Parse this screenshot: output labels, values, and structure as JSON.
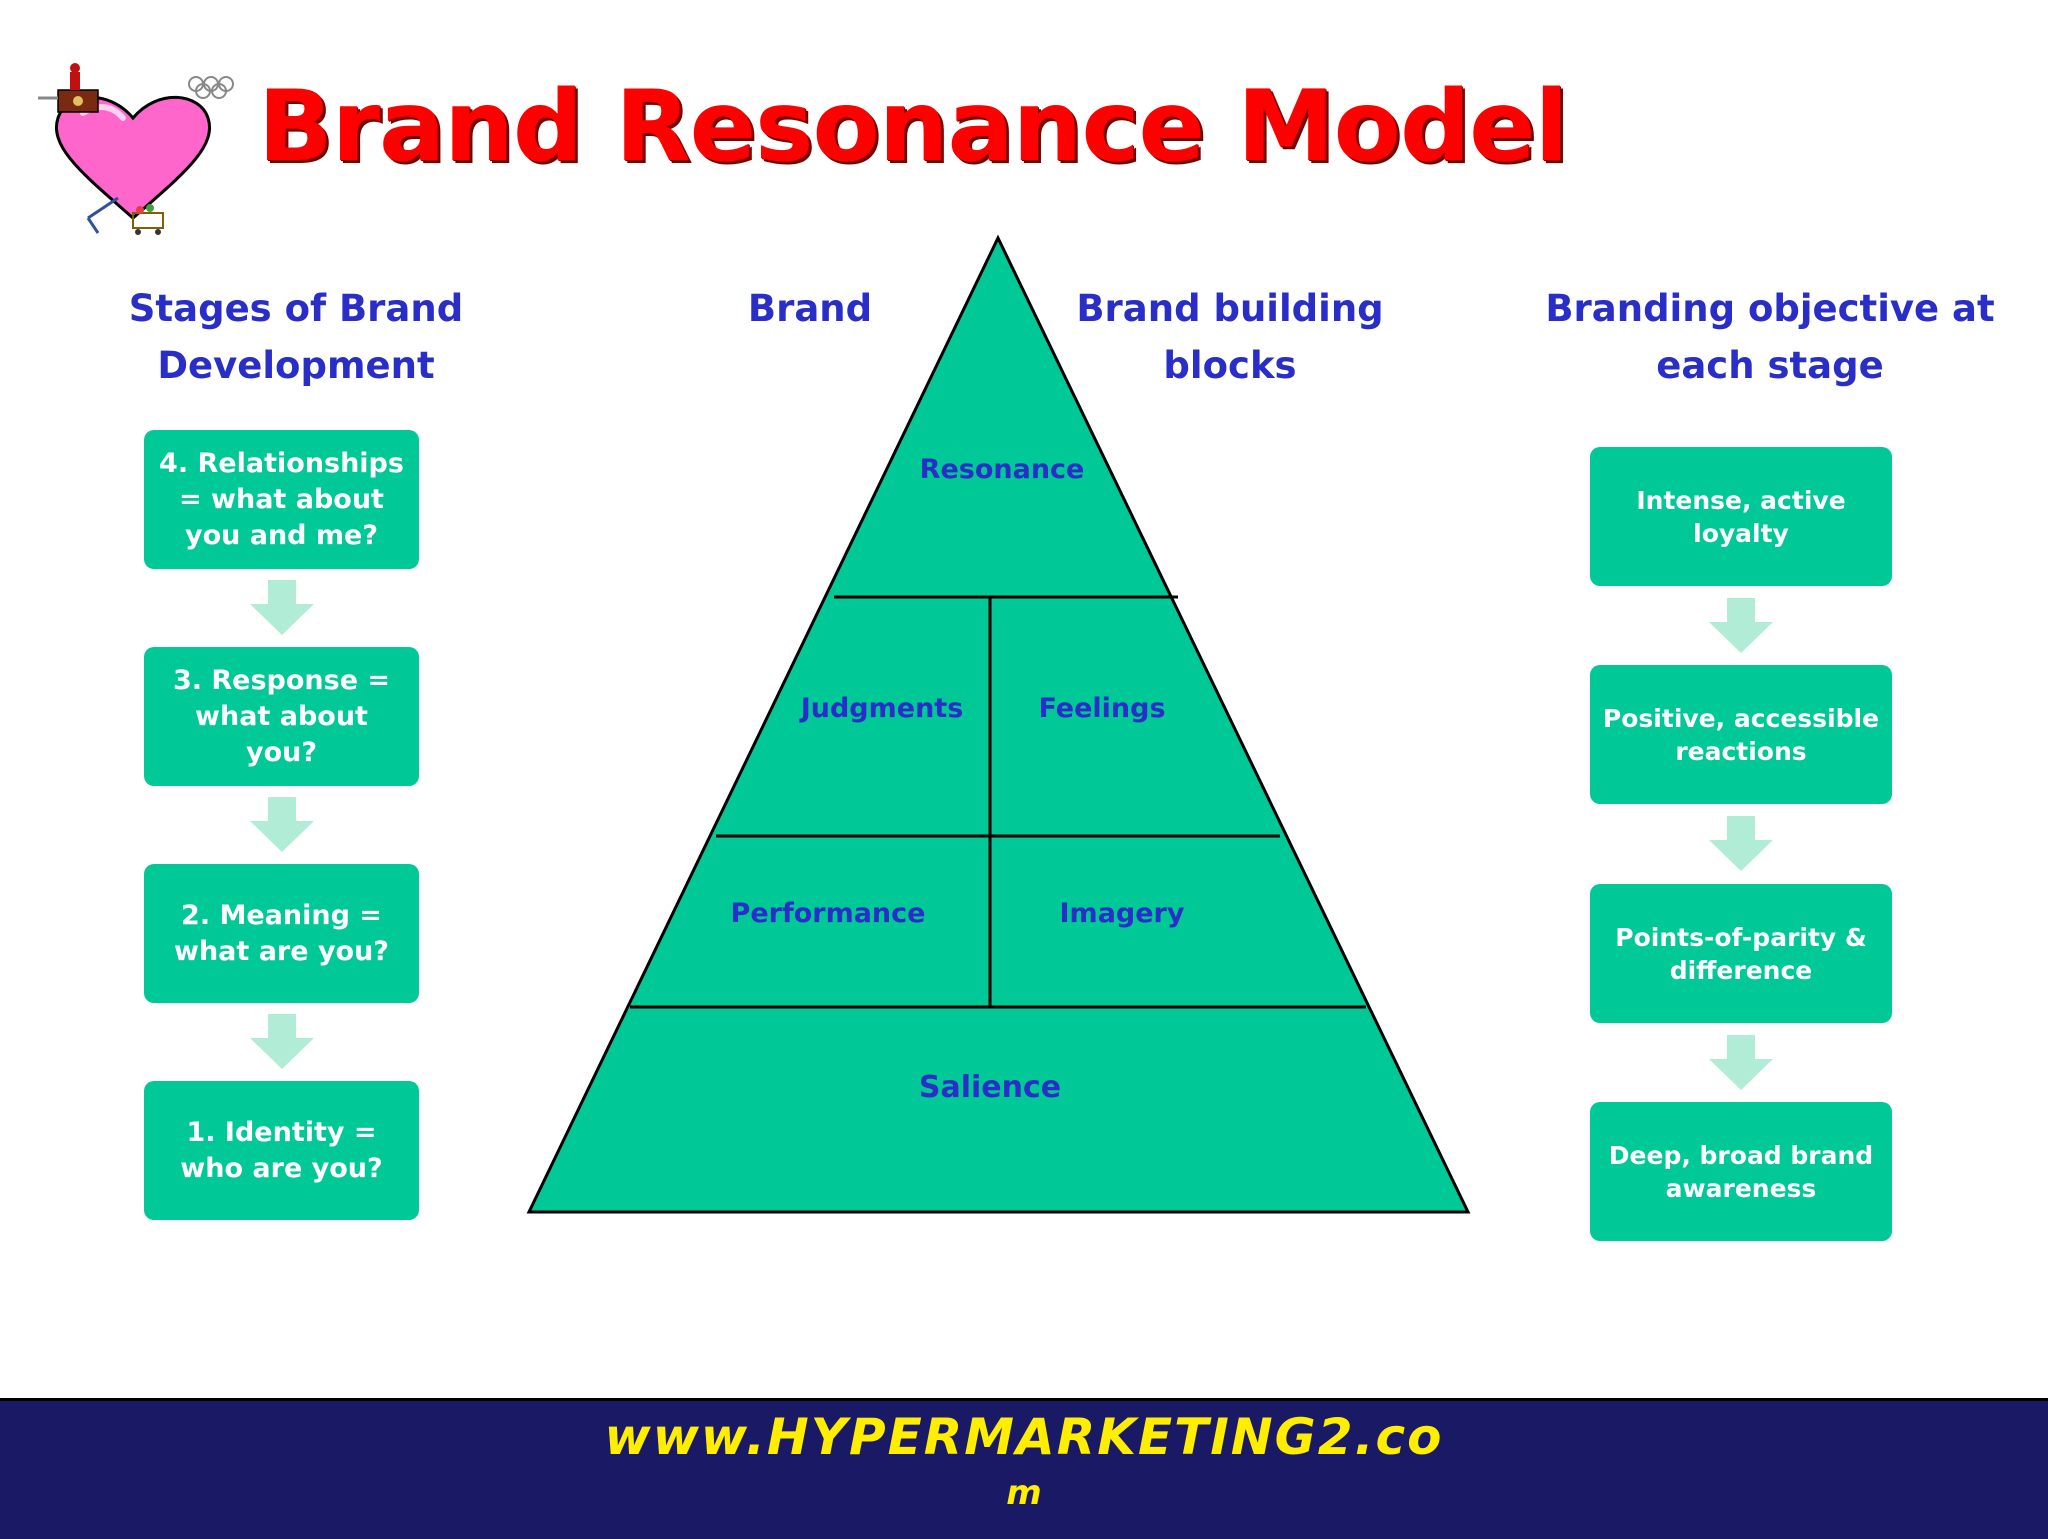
{
  "title": "Brand Resonance Model",
  "headers": {
    "stages": [
      "Stages of Brand",
      "Development"
    ],
    "brand": "Brand",
    "blocks": [
      "Brand building",
      "blocks"
    ],
    "objective": [
      "Branding objective at",
      "each stage"
    ]
  },
  "stages": [
    [
      "4. Relationships",
      "= what about",
      "you and me?"
    ],
    [
      "3. Response =",
      "what about",
      "you?"
    ],
    [
      "2. Meaning =",
      "what are you?"
    ],
    [
      "1. Identity =",
      "who are you?"
    ]
  ],
  "pyramid": {
    "resonance": "Resonance",
    "judgments": "Judgments",
    "feelings": "Feelings",
    "performance": "Performance",
    "imagery": "Imagery",
    "salience": "Salience"
  },
  "objectives": [
    [
      "Intense, active",
      "loyalty"
    ],
    [
      "Positive, accessible",
      "reactions"
    ],
    [
      "Points-of-parity &",
      "difference"
    ],
    [
      "Deep, broad brand",
      "awareness"
    ]
  ],
  "footer": {
    "line1": "www.HYPERMARKETING2.co",
    "line2": "m"
  },
  "colors": {
    "title": "#ff0000",
    "heading": "#2a2ec8",
    "box": "#00c896",
    "footer_bg": "#1a1966",
    "footer_text": "#ffee00"
  },
  "icons": [
    "heart-logo-icon",
    "down-arrow-icon"
  ]
}
